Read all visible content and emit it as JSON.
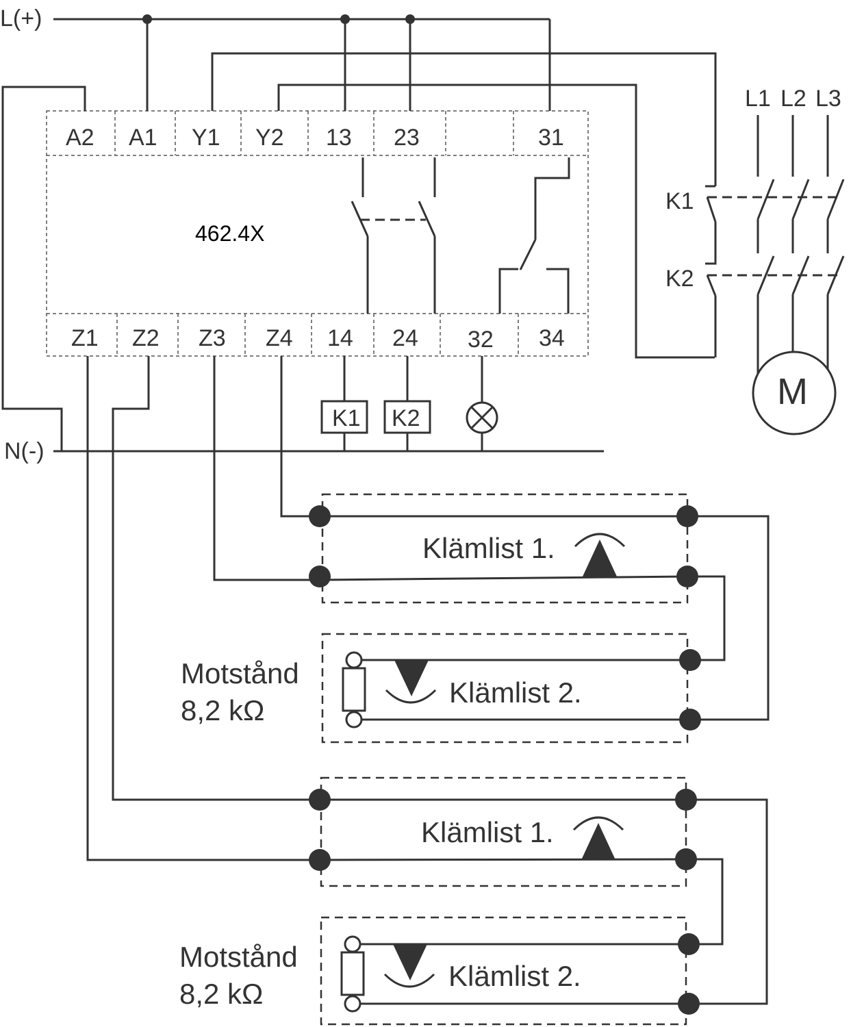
{
  "supply": {
    "positive": "L(+)",
    "negative": "N(-)"
  },
  "device": {
    "model": "462.4X",
    "top_terminals": [
      "A2",
      "A1",
      "Y1",
      "Y2",
      "13",
      "23",
      "",
      "31"
    ],
    "bottom_terminals": [
      "Z1",
      "Z2",
      "Z3",
      "Z4",
      "14",
      "24",
      "32",
      "34"
    ]
  },
  "loads": {
    "k1": "K1",
    "k2": "K2"
  },
  "motor": {
    "phases": [
      "L1",
      "L2",
      "L3"
    ],
    "contactor_1": "K1",
    "contactor_2": "K2",
    "symbol": "M"
  },
  "edge_group_1": {
    "strip_1": "Klämlist 1.",
    "strip_2": "Klämlist 2.",
    "resistor_line1": "Motstånd",
    "resistor_line2": "8,2 kΩ"
  },
  "edge_group_2": {
    "strip_1": "Klämlist 1.",
    "strip_2": "Klämlist 2.",
    "resistor_line1": "Motstånd",
    "resistor_line2": "8,2 kΩ"
  }
}
